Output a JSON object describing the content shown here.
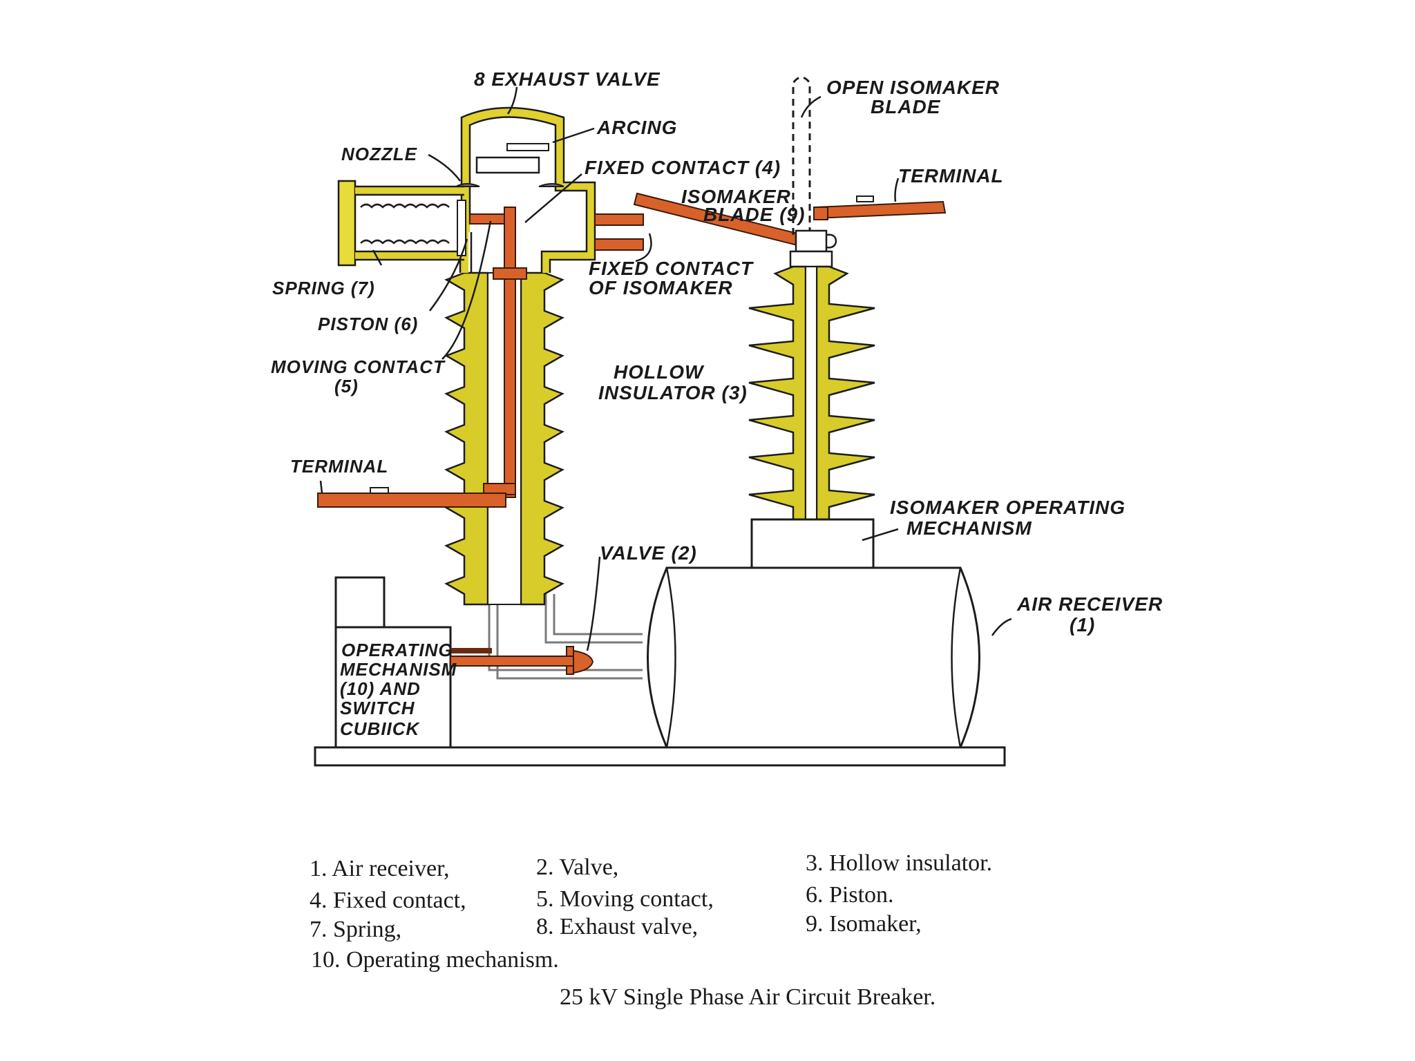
{
  "labels": {
    "exhaust_valve": "8 EXHAUST VALVE",
    "arcing": "ARCING",
    "nozzle": "NOZZLE",
    "fixed_contact": "FIXED CONTACT (4)",
    "isomaker_blade_1": "ISOMAKER",
    "isomaker_blade_2": "BLADE (9)",
    "open_isomaker_blade_1": "OPEN ISOMAKER",
    "open_isomaker_blade_2": "BLADE",
    "terminal_right": "TERMINAL",
    "spring": "SPRING (7)",
    "piston": "PISTON (6)",
    "moving_contact_1": "MOVING CONTACT",
    "moving_contact_2": "(5)",
    "fixed_contact_iso_1": "FIXED CONTACT",
    "fixed_contact_iso_2": "OF ISOMAKER",
    "hollow_insulator_1": "HOLLOW",
    "hollow_insulator_2": "INSULATOR (3)",
    "terminal_left": "TERMINAL",
    "isomaker_mech_1": "ISOMAKER OPERATING",
    "isomaker_mech_2": "MECHANISM",
    "valve": "VALVE (2)",
    "air_receiver_1": "AIR RECEIVER",
    "air_receiver_2": "(1)",
    "op_mech_1": "OPERATING",
    "op_mech_2": "MECHANISM",
    "op_mech_3": "(10) AND",
    "op_mech_4": "SWITCH",
    "op_mech_5": "CUBIICK"
  },
  "key": [
    "1. Air receiver,",
    "2. Valve,",
    "3. Hollow insulator.",
    "4. Fixed contact,",
    "5. Moving contact,",
    "6. Piston.",
    "7. Spring,",
    "8. Exhaust valve,",
    "9. Isomaker,",
    "10. Operating mechanism."
  ],
  "caption": "25 kV Single Phase Air Circuit Breaker.",
  "colors": {
    "insulator_yellow": "#d8cc2a",
    "conductor_orange": "#d9622b",
    "line_black": "#1c1c1c"
  }
}
